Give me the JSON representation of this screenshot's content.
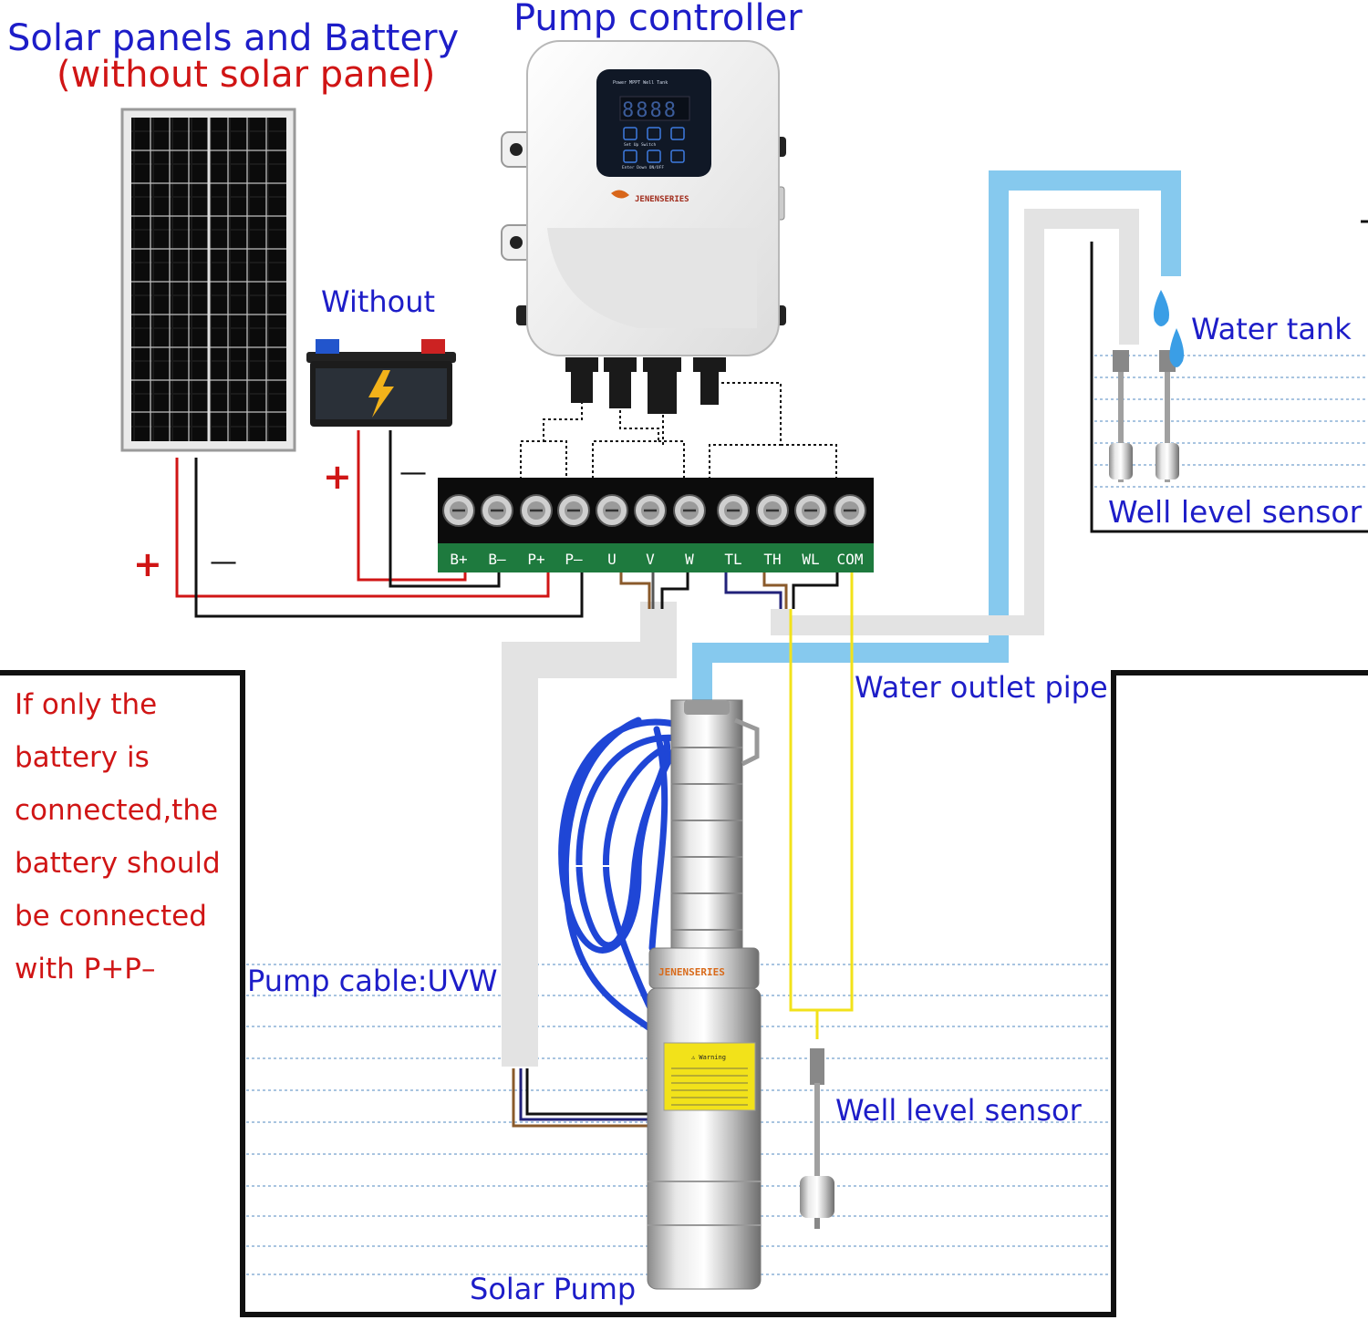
{
  "labels": {
    "solar_title": "Solar panels and Battery",
    "solar_subtitle": "(without solar panel)",
    "controller_title": "Pump controller",
    "without": "Without",
    "water_tank": "Water tank",
    "well_sensor_top": "Well level sensor",
    "water_outlet_pipe": "Water outlet pipe",
    "pump_cable": "Pump cable:UVW",
    "well_sensor_bottom": "Well level sensor",
    "solar_pump": "Solar Pump"
  },
  "note": {
    "lines": [
      "If only the",
      "battery is",
      "connected,the",
      "battery should",
      "be connected",
      "with P+P–"
    ]
  },
  "polarity": {
    "battery_plus": "+",
    "battery_minus": "—",
    "panel_plus": "+",
    "panel_minus": "—"
  },
  "terminals": [
    "B+",
    "B–",
    "P+",
    "P–",
    "U",
    "V",
    "W",
    "TL",
    "TH",
    "WL",
    "COM"
  ],
  "controller": {
    "brand": "JENENSERIES",
    "display": "8888",
    "indicators": [
      "Power",
      "MPPT",
      "Well",
      "Tank"
    ],
    "buttons": [
      "Set",
      "Up",
      "Switch",
      "Enter",
      "Down",
      "ON/OFF"
    ]
  },
  "pump": {
    "brand": "JENENSERIES",
    "warning_label": "Warning"
  },
  "colors": {
    "label_blue": "#1d1dc8",
    "label_red": "#d01515",
    "wire_red": "#d01515",
    "wire_black": "#111111",
    "wire_brown": "#8a5a2b",
    "wire_navy": "#22227a",
    "wire_yellow": "#f2e21a",
    "pipe_blue": "#86c9ee",
    "conduit_grey": "#e3e3e3",
    "terminal_green": "#1e7a3e",
    "water_line": "#a8c4e0"
  },
  "icons": [
    "solar-panel-icon",
    "battery-icon",
    "lightning-icon",
    "pump-controller-icon",
    "float-sensor-icon",
    "water-drop-icon",
    "submersible-pump-icon"
  ]
}
